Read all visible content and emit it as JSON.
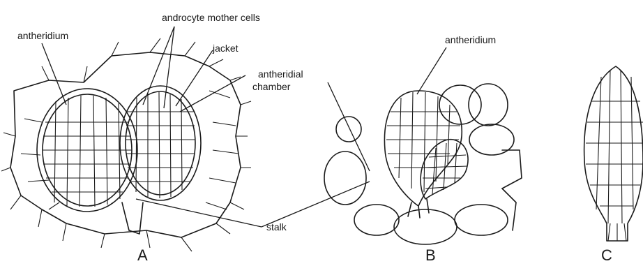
{
  "labels": {
    "antheridium_a": "antheridium",
    "androcyte": "androcyte mother cells",
    "jacket": "jacket",
    "chamber_line1": "antheridial",
    "chamber_line2": "chamber",
    "antheridium_b": "antheridium",
    "stalk": "stalk"
  },
  "panels": {
    "a": "A",
    "b": "B",
    "c": "C"
  }
}
